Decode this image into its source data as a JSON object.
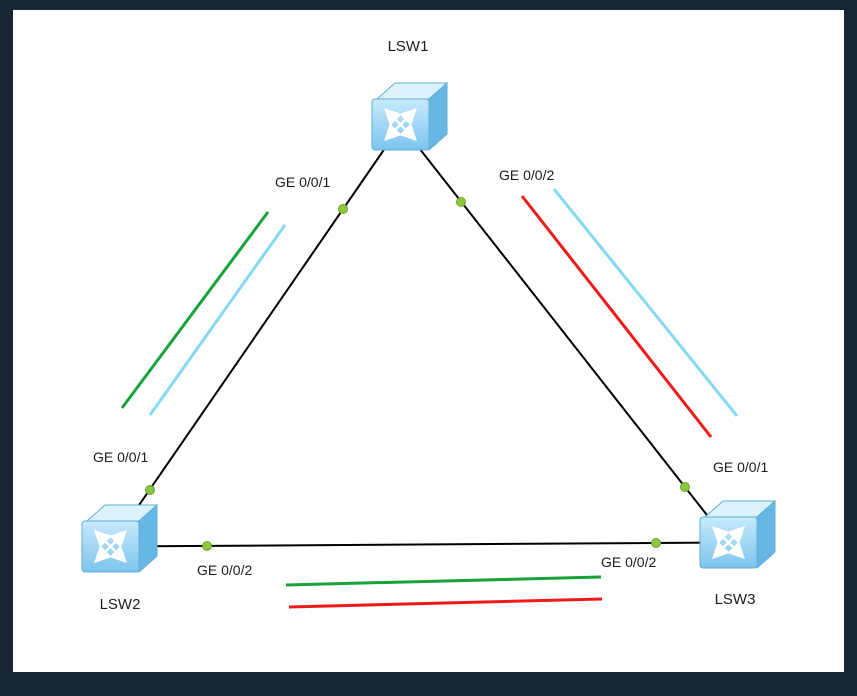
{
  "devices": {
    "lsw1": {
      "label": "LSW1",
      "type": "switch"
    },
    "lsw2": {
      "label": "LSW2",
      "type": "switch"
    },
    "lsw3": {
      "label": "LSW3",
      "type": "switch"
    }
  },
  "ports": {
    "lsw1_to_lsw2": "GE 0/0/1",
    "lsw1_to_lsw3": "GE 0/0/2",
    "lsw2_to_lsw1": "GE 0/0/1",
    "lsw2_to_lsw3": "GE 0/0/2",
    "lsw3_to_lsw1": "GE 0/0/1",
    "lsw3_to_lsw2": "GE 0/0/2"
  },
  "links": [
    {
      "from": "LSW1",
      "to": "LSW2"
    },
    {
      "from": "LSW1",
      "to": "LSW3"
    },
    {
      "from": "LSW2",
      "to": "LSW3"
    }
  ],
  "colors": {
    "link": "#000000",
    "port_dot": "#8dc63f",
    "port_dot_border": "#6fa52e",
    "annotation_green": "#17a33a",
    "annotation_cyan": "#85d9f2",
    "annotation_red": "#ee1a1a",
    "frame": "#182635",
    "canvas": "#ffffff"
  }
}
